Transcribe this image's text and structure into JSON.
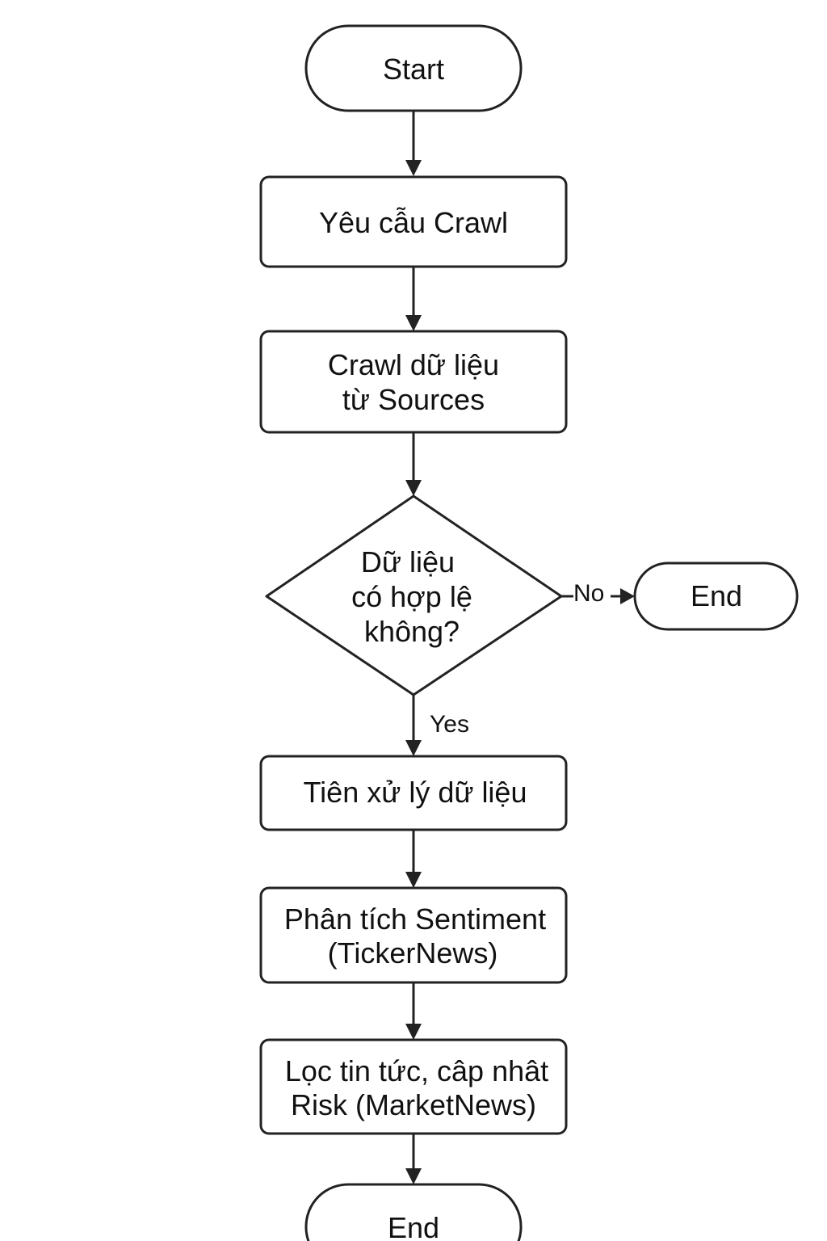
{
  "nodes": {
    "start": {
      "label": "Start"
    },
    "request_crawl": {
      "label": "Yêu cẫu Crawl"
    },
    "crawl_data": {
      "line1": "Crawl dữ liệu",
      "line2": "từ Sources"
    },
    "decision": {
      "line1": "Dữ liệu",
      "line2": "có hợp lệ",
      "line3": "không?"
    },
    "end_no": {
      "label": "End"
    },
    "preprocess": {
      "label": "Tiên xử lý dữ liệu"
    },
    "sentiment": {
      "line1": "Phân tích Sentiment",
      "line2": "(TickerNews)"
    },
    "filter_news": {
      "line1": "Lọc tin tức, câp nhât",
      "line2": "Risk (MarketNews)"
    },
    "end_final": {
      "label": "End"
    }
  },
  "edges": {
    "no_label": "No",
    "yes_label": "Yes"
  },
  "colors": {
    "stroke": "#222222",
    "fill": "#ffffff",
    "text": "#111111"
  }
}
